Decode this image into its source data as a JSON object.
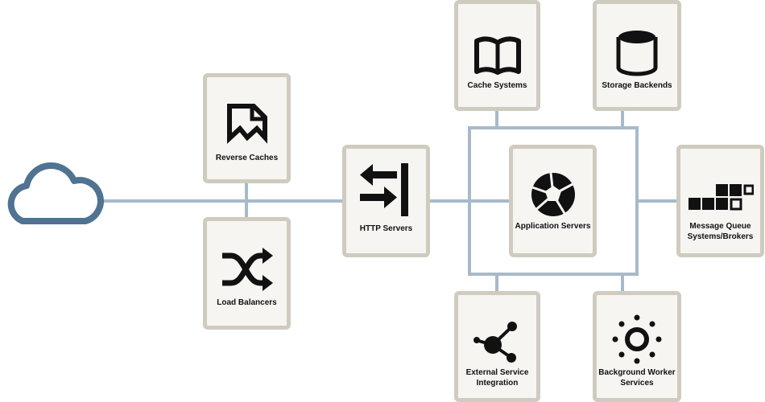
{
  "colors": {
    "connector": "#a7bac9",
    "cloud": "#4f7391",
    "box_border": "#cfcbbf",
    "box_fill": "#f6f5f2",
    "icon": "#111111"
  },
  "internet": {
    "icon": "cloud-icon"
  },
  "nodes": {
    "reverse_caches": {
      "label": "Reverse Caches",
      "icon": "bookmark-page-icon"
    },
    "load_balancers": {
      "label": "Load Balancers",
      "icon": "shuffle-icon"
    },
    "http_servers": {
      "label": "HTTP Servers",
      "icon": "arrows-exchange-icon"
    },
    "cache_systems": {
      "label": "Cache Systems",
      "icon": "open-book-icon"
    },
    "storage_backends": {
      "label": "Storage Backends",
      "icon": "database-icon"
    },
    "application_servers": {
      "label": "Application Servers",
      "icon": "aperture-icon"
    },
    "message_queue": {
      "label": "Message Queue Systems/Brokers",
      "icon": "queue-blocks-icon"
    },
    "external_service": {
      "label": "External Service Integration",
      "icon": "share-nodes-icon"
    },
    "background_workers": {
      "label": "Background Worker Services",
      "icon": "sun-gear-icon"
    }
  }
}
